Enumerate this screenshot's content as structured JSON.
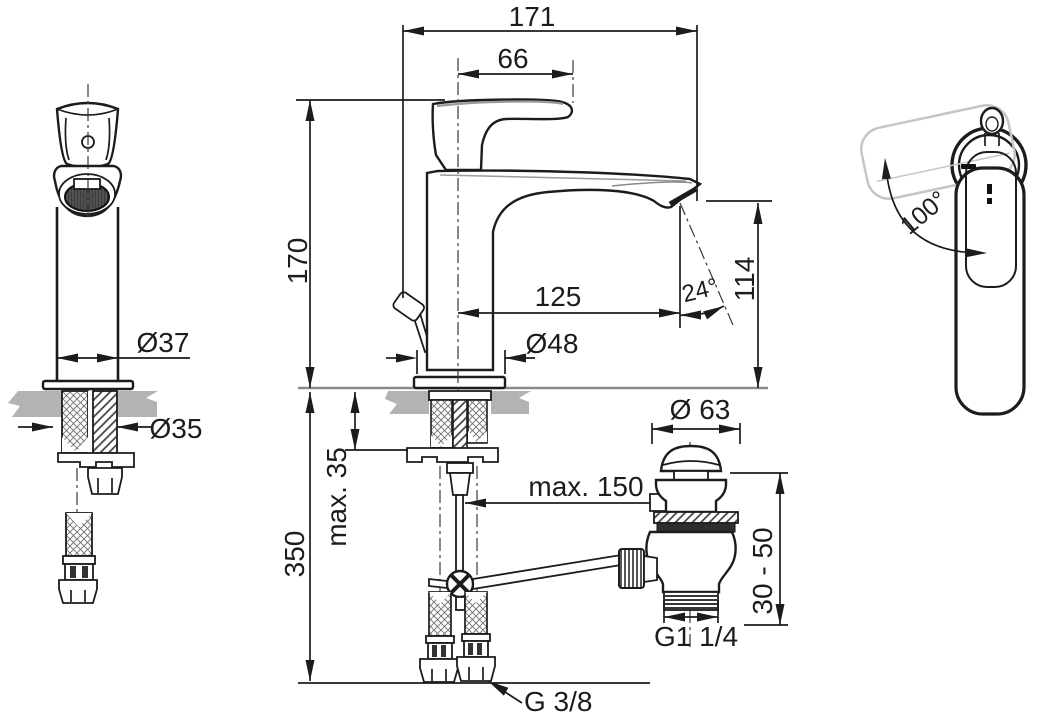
{
  "drawing_title": "single-lever basin mixer installation drawing",
  "labels": {
    "overall_length": "171",
    "handle_length": "66",
    "height": "170",
    "spout_reach": "125",
    "spout_angle": "24°",
    "outlet_height": "114",
    "base_diameter": "Ø48",
    "body_diameter": "Ø37",
    "hole_diameter": "Ø35",
    "deck_max": "max. 35",
    "inlet_length": "350",
    "rod_length": "max. 150",
    "waste_cap_diameter": "Ø 63",
    "waste_clamp_range": "30 - 50",
    "waste_thread": "G1 1/4",
    "inlet_thread": "G 3/8",
    "swivel_angle": "100°"
  },
  "colors": {
    "line": "#1c1c1c",
    "countertop_gray": "#b3b3b3",
    "ghost_gray": "#c6c6c6",
    "background": "#ffffff"
  }
}
